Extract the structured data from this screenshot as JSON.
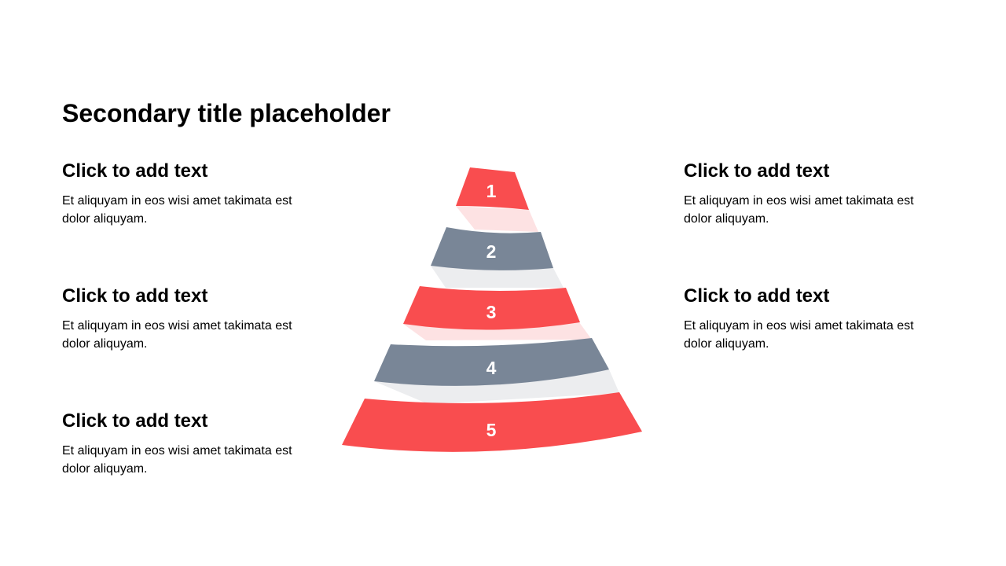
{
  "title": "Secondary title placeholder",
  "colors": {
    "accent_red": "#F94D4F",
    "accent_gray": "#798697",
    "light_red": "#FDE2E3",
    "light_gray": "#ECEDEF",
    "text": "#000000"
  },
  "blocks": [
    {
      "heading": "Click to add text",
      "body": "Et aliquyam in eos wisi amet takimata est dolor aliquyam."
    },
    {
      "heading": "Click to add text",
      "body": "Et aliquyam in eos wisi amet takimata est dolor aliquyam."
    },
    {
      "heading": "Click to add text",
      "body": "Et aliquyam in eos wisi amet takimata est dolor aliquyam."
    },
    {
      "heading": "Click to add text",
      "body": "Et aliquyam in eos wisi amet takimata est dolor aliquyam."
    },
    {
      "heading": "Click to add text",
      "body": "Et aliquyam in eos wisi amet takimata est dolor aliquyam."
    }
  ],
  "pyramid": {
    "levels": [
      {
        "label": "1",
        "color": "red"
      },
      {
        "label": "2",
        "color": "gray"
      },
      {
        "label": "3",
        "color": "red"
      },
      {
        "label": "4",
        "color": "gray"
      },
      {
        "label": "5",
        "color": "red"
      }
    ]
  }
}
